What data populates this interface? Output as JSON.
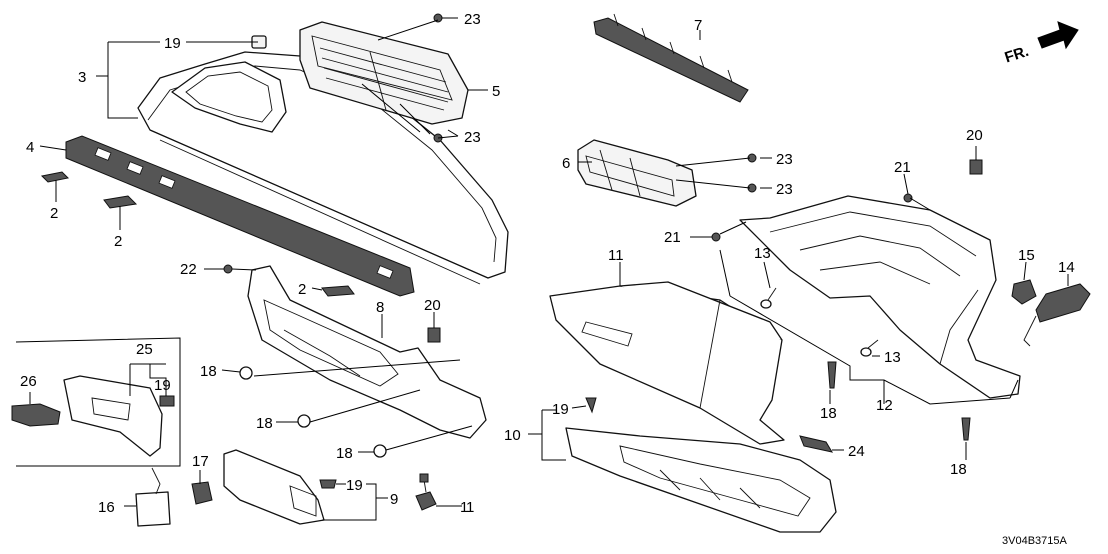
{
  "callouts": [
    {
      "id": "c1",
      "label": "1"
    },
    {
      "id": "c2a",
      "label": "2"
    },
    {
      "id": "c2b",
      "label": "2"
    },
    {
      "id": "c2c",
      "label": "2"
    },
    {
      "id": "c3",
      "label": "3"
    },
    {
      "id": "c4",
      "label": "4"
    },
    {
      "id": "c5",
      "label": "5"
    },
    {
      "id": "c6",
      "label": "6"
    },
    {
      "id": "c7",
      "label": "7"
    },
    {
      "id": "c8",
      "label": "8"
    },
    {
      "id": "c9",
      "label": "9"
    },
    {
      "id": "c10",
      "label": "10"
    },
    {
      "id": "c11",
      "label": "11"
    },
    {
      "id": "c12",
      "label": "12"
    },
    {
      "id": "c13a",
      "label": "13"
    },
    {
      "id": "c13b",
      "label": "13"
    },
    {
      "id": "c14",
      "label": "14"
    },
    {
      "id": "c15",
      "label": "15"
    },
    {
      "id": "c16",
      "label": "16"
    },
    {
      "id": "c17",
      "label": "17"
    },
    {
      "id": "c18a",
      "label": "18"
    },
    {
      "id": "c18b",
      "label": "18"
    },
    {
      "id": "c18c",
      "label": "18"
    },
    {
      "id": "c18d",
      "label": "18"
    },
    {
      "id": "c18e",
      "label": "18"
    },
    {
      "id": "c19a",
      "label": "19"
    },
    {
      "id": "c19b",
      "label": "19"
    },
    {
      "id": "c19c",
      "label": "19"
    },
    {
      "id": "c19d",
      "label": "19"
    },
    {
      "id": "c20a",
      "label": "20"
    },
    {
      "id": "c20b",
      "label": "20"
    },
    {
      "id": "c21a",
      "label": "21"
    },
    {
      "id": "c21b",
      "label": "21"
    },
    {
      "id": "c22",
      "label": "22"
    },
    {
      "id": "c23a",
      "label": "23"
    },
    {
      "id": "c23b",
      "label": "23"
    },
    {
      "id": "c23c",
      "label": "23"
    },
    {
      "id": "c23d",
      "label": "23"
    },
    {
      "id": "c24",
      "label": "24"
    },
    {
      "id": "c25",
      "label": "25"
    },
    {
      "id": "c26",
      "label": "26"
    }
  ],
  "direction_label": "FR.",
  "diagram_code": "3V04B3715A"
}
